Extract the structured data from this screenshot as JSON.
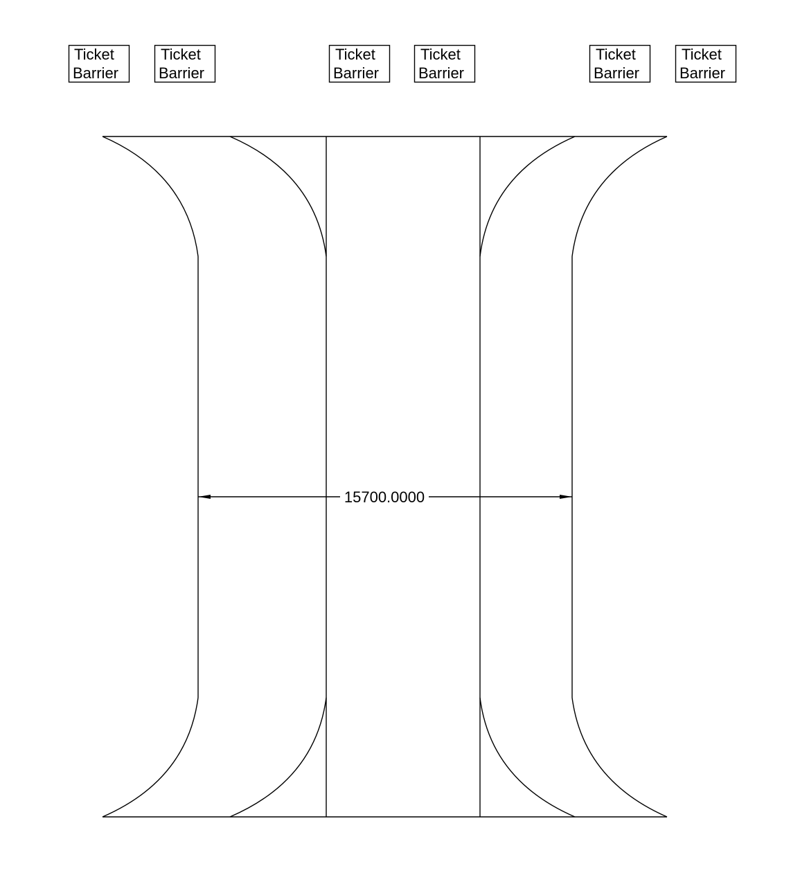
{
  "ticket_barriers": [
    {
      "line1": "Ticket",
      "line2": "Barrier"
    },
    {
      "line1": "Ticket",
      "line2": "Barrier"
    },
    {
      "line1": "Ticket",
      "line2": "Barrier"
    },
    {
      "line1": "Ticket",
      "line2": "Barrier"
    },
    {
      "line1": "Ticket",
      "line2": "Barrier"
    },
    {
      "line1": "Ticket",
      "line2": "Barrier"
    }
  ],
  "dimension": {
    "value": "15700.0000"
  },
  "colors": {
    "stroke": "#000000",
    "background": "#ffffff"
  }
}
